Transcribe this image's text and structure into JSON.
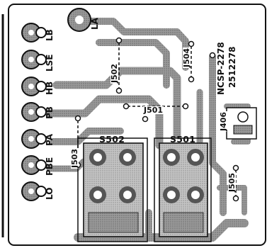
{
  "board": {
    "part_number_1": "NCSP-2278",
    "part_number_2": "2512278",
    "colors": {
      "copper": "#8e8e8e",
      "copper_dark": "#5d5d5d",
      "ink": "#111111",
      "paper": "#ffffff"
    }
  },
  "leds": [
    {
      "label": "LA"
    },
    {
      "label": "LB"
    },
    {
      "label": "LSE"
    },
    {
      "label": "HB"
    },
    {
      "label": "PB"
    },
    {
      "label": "PA"
    },
    {
      "label": "PBE"
    },
    {
      "label": "LO"
    }
  ],
  "components": {
    "switches": [
      {
        "label": "S502"
      },
      {
        "label": "S501"
      }
    ],
    "jumpers": [
      {
        "label": "J502"
      },
      {
        "label": "J501"
      },
      {
        "label": "J504"
      },
      {
        "label": "J503"
      },
      {
        "label": "J505"
      },
      {
        "label": "J406"
      }
    ]
  }
}
